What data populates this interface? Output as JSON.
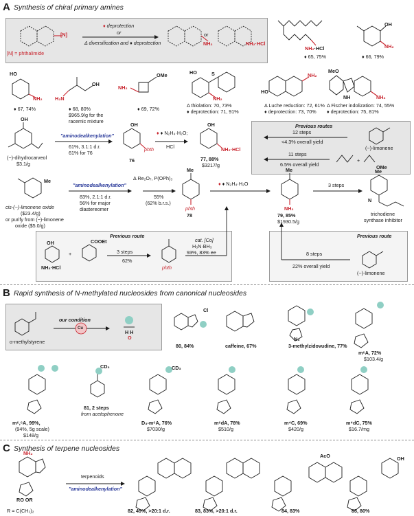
{
  "sectionA": {
    "letter": "A",
    "title": "Synthesis of chiral primary amines",
    "scheme_deprotection": "deprotection",
    "scheme_or": "or",
    "scheme_diversification": "Δ diversification and ♦ deprotection",
    "scheme_or2": "or",
    "phthalimide_note": "[N] = phthalimide",
    "N_label": "[N]",
    "compounds": [
      {
        "id": "65",
        "yield": "♦ 65, 75%"
      },
      {
        "id": "66",
        "yield": "♦ 66, 79%"
      },
      {
        "id": "67",
        "yield": "♦ 67, 74%"
      },
      {
        "id": "68",
        "yield": "♦ 68, 80%",
        "note": "$965.9/g for the racemic mixture"
      },
      {
        "id": "69",
        "yield": "♦ 69, 72%"
      },
      {
        "id": "70",
        "yield": "Δ thiolation: 70, 73%",
        "yield2": "♦ deprotection: 71, 91%"
      },
      {
        "id": "72",
        "yield": "Δ Luche reduction: 72, 61%",
        "yield2": "♦ deprotection: 73, 70%"
      },
      {
        "id": "74",
        "yield": "Δ Fischer indolization: 74, 55%",
        "yield2": "♦ deprotection: 75, 81%"
      }
    ],
    "route76": {
      "start_name": "(−)-dihydrocarveol",
      "start_price": "$3.1/g",
      "reaction": "\"aminodealkenylation\"",
      "conditions": "61%, 3.1:1 d.r.",
      "conditions2": "61% for 76",
      "product": "76",
      "step2": "♦ N₂H₄·H₂O;",
      "step2b": "HCl",
      "final": "77, 88%",
      "final_price": "$3217/g",
      "pthh": "phth",
      "nh2hcl": "NH₂·HCl"
    },
    "previous_routes": {
      "title": "Previous routes",
      "r1_steps": "12 steps",
      "r1_yield": "<4.3% overall yield",
      "r1_start": "(−)-limonene",
      "r2_steps": "11 steps",
      "r2_yield": "6.5% overall yield",
      "r2_plus": "+",
      "ome": "OMe"
    },
    "route78": {
      "start_name": "cis-(−)-limonene oxide",
      "start_price": "($23.4/g)",
      "alt1": "or purify from (−)-limonene",
      "alt2": "oxide ($5.0/g)",
      "reaction": "\"aminodealkenylation\"",
      "conditions": "83%, 2.1:1 d.r.",
      "conditions2": "56% for major",
      "conditions3": "diastereomer",
      "step2": "Δ Re₂O₇, P(OPh)₃",
      "step2b": "55%",
      "step2c": "(62% b.r.s.)",
      "product": "78",
      "step3": "♦ N₂H₄·H₂O",
      "final": "79, 85%",
      "final_price": "$1930.5/g",
      "steps3": "3 steps",
      "target_name": "trichodiene",
      "target_name2": "synthase inhibitor"
    },
    "prev_route_left": {
      "title": "Previous route",
      "reagent": "COOEt",
      "nh2hcl": "NH₂·HCl",
      "plus": "+",
      "steps": "3 steps",
      "yield": "62%",
      "cat": "cat. [Co]",
      "cat2": "H₃N·BH₃",
      "cat3": "93%, 83% ee"
    },
    "prev_route_right": {
      "title": "Previous route",
      "steps": "8 steps",
      "yield": "22% overall yield",
      "start": "(−)-limonene"
    }
  },
  "sectionB": {
    "letter": "B",
    "title": "Rapid synthesis of N-methylated nucleosides from canonical nucleosides",
    "condition": "our condition",
    "reagent": "α-methylstyrene",
    "compounds": [
      {
        "label": "80, 84%"
      },
      {
        "label": "caffeine, 67%"
      },
      {
        "label": "3-methylzidovudine, 77%"
      },
      {
        "label": "m⁶A, 72%",
        "price": "$103.4/g"
      },
      {
        "label": "m⁶,⁶A, 99%,",
        "extra": "(94%, 5g scale)",
        "price": "$148/g"
      },
      {
        "label": "81, 2 steps",
        "extra": "from acetophenone"
      },
      {
        "label": "D₃-m⁶A, 76%",
        "price": "$7030/g"
      },
      {
        "label": "m⁶dA, 78%",
        "price": "$510/g"
      },
      {
        "label": "m⁴C, 69%",
        "price": "$420/g"
      },
      {
        "label": "m⁴dC, 75%",
        "price": "$16.7/mg"
      }
    ]
  },
  "sectionC": {
    "letter": "C",
    "title": "Synthesis of terpene nucleosides",
    "reagent": "terpenoids",
    "reaction": "\"aminodealkenylation\"",
    "r_def": "R = C(CH₃)₂",
    "products": [
      {
        "label": "82, 49%, >20:1 d.r."
      },
      {
        "label": "83, 83%, >20:1 d.r."
      },
      {
        "label": "84, 83%"
      },
      {
        "label": "85, 80%"
      }
    ]
  },
  "colors": {
    "accent_red": "#c8232c",
    "accent_blue": "#2a3a9a",
    "box_gray": "#e6e6e6",
    "teal_marker": "#8fcfc4"
  }
}
